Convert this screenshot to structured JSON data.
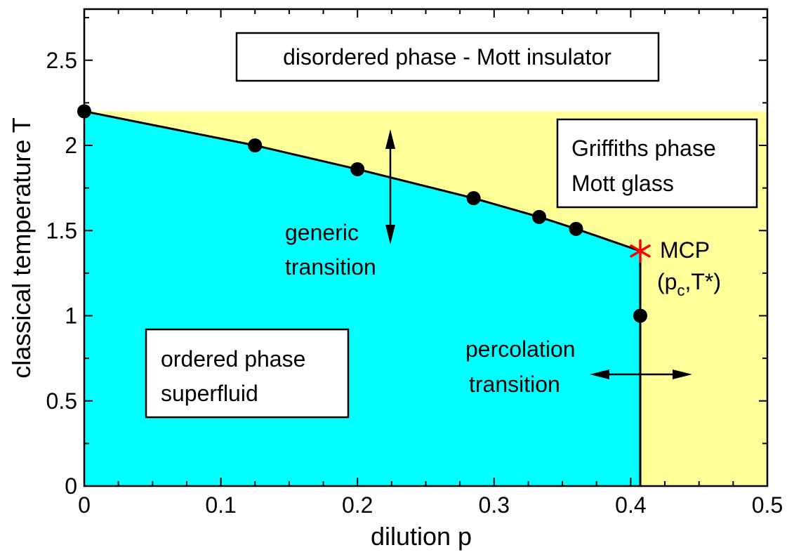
{
  "chart_data": {
    "type": "scatter",
    "xlabel": "dilution p",
    "ylabel": "classical temperature T",
    "xlim": [
      0,
      0.5
    ],
    "ylim": [
      0,
      2.8
    ],
    "xticks": [
      "0",
      "0.1",
      "0.2",
      "0.3",
      "0.4",
      "0.5"
    ],
    "yticks": [
      "0",
      "0.5",
      "1",
      "1.5",
      "2",
      "2.5"
    ],
    "series": [
      {
        "points": [
          {
            "x": 0.0,
            "y": 2.2
          },
          {
            "x": 0.125,
            "y": 2.0
          },
          {
            "x": 0.2,
            "y": 1.86
          },
          {
            "x": 0.285,
            "y": 1.69
          },
          {
            "x": 0.333,
            "y": 1.58
          },
          {
            "x": 0.36,
            "y": 1.51
          },
          {
            "x": 0.407,
            "y": 1.0
          }
        ]
      }
    ],
    "phase_boundary": [
      {
        "x": 0.0,
        "y": 2.2
      },
      {
        "x": 0.125,
        "y": 2.0
      },
      {
        "x": 0.2,
        "y": 1.86
      },
      {
        "x": 0.285,
        "y": 1.69
      },
      {
        "x": 0.333,
        "y": 1.58
      },
      {
        "x": 0.36,
        "y": 1.51
      },
      {
        "x": 0.407,
        "y": 1.38
      }
    ],
    "percolation_p": 0.407,
    "griffiths_upper_T": 2.2,
    "mcp": {
      "x": 0.407,
      "y": 1.38,
      "label1": "MCP",
      "label2_base": "(p",
      "label2_sub": "c",
      "label2_rest": ",T*)"
    },
    "regions": {
      "disordered": "disordered phase - Mott insulator",
      "griffiths_line1": "Griffiths phase",
      "griffiths_line2": "Mott glass",
      "ordered_line1": "ordered phase",
      "ordered_line2": "superfluid"
    },
    "annotations": {
      "generic_line1": "generic",
      "generic_line2": "transition",
      "percolation_line1": "percolation",
      "percolation_line2": "transition"
    },
    "colors": {
      "ordered": "#00ffff",
      "griffiths": "#ffff99",
      "disordered": "#ffffff",
      "mcp": "#ff0000",
      "points": "#000000"
    }
  }
}
